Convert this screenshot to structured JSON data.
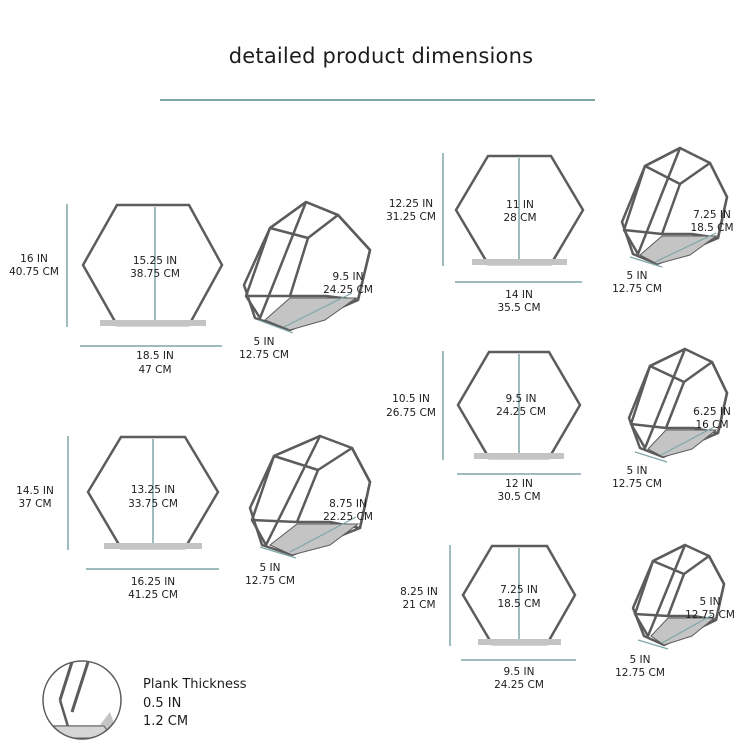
{
  "title": "detailed product dimensions",
  "colors": {
    "frame": "#5c5c5c",
    "plank": "#c4c4c4",
    "dimension_line": "#7fa6a7",
    "accent_rule": "#7fa6a7"
  },
  "shelves": [
    {
      "height_in": "16 IN",
      "height_cm": "40.75 CM",
      "inner_in": "15.25 IN",
      "inner_cm": "38.75 CM",
      "width_in": "18.5 IN",
      "width_cm": "47 CM",
      "depth_in": "5 IN",
      "depth_cm": "12.75 CM",
      "side_in": "9.5 IN",
      "side_cm": "24.25 CM"
    },
    {
      "height_in": "14.5 IN",
      "height_cm": "37 CM",
      "inner_in": "13.25 IN",
      "inner_cm": "33.75 CM",
      "width_in": "16.25 IN",
      "width_cm": "41.25 CM",
      "depth_in": "5 IN",
      "depth_cm": "12.75 CM",
      "side_in": "8.75 IN",
      "side_cm": "22.25 CM"
    },
    {
      "height_in": "12.25 IN",
      "height_cm": "31.25 CM",
      "inner_in": "11 IN",
      "inner_cm": "28 CM",
      "width_in": "14 IN",
      "width_cm": "35.5 CM",
      "depth_in": "5 IN",
      "depth_cm": "12.75 CM",
      "side_in": "7.25 IN",
      "side_cm": "18.5 CM"
    },
    {
      "height_in": "10.5 IN",
      "height_cm": "26.75 CM",
      "inner_in": "9.5 IN",
      "inner_cm": "24.25 CM",
      "width_in": "12 IN",
      "width_cm": "30.5 CM",
      "depth_in": "5 IN",
      "depth_cm": "12.75 CM",
      "side_in": "6.25 IN",
      "side_cm": "16 CM"
    },
    {
      "height_in": "8.25 IN",
      "height_cm": "21 CM",
      "inner_in": "7.25 IN",
      "inner_cm": "18.5 CM",
      "width_in": "9.5 IN",
      "width_cm": "24.25 CM",
      "depth_in": "5 IN",
      "depth_cm": "12.75 CM",
      "side_in": "5 IN",
      "side_cm": "12.75 CM"
    }
  ],
  "plank": {
    "label": "Plank Thickness",
    "in": "0.5 IN",
    "cm": "1.2 CM"
  }
}
